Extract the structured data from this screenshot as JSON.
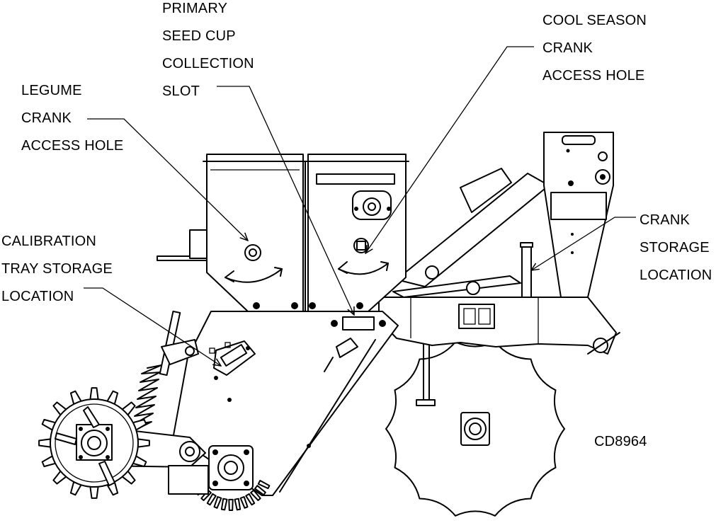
{
  "callouts": {
    "primary_seed_cup": [
      "PRIMARY",
      "SEED CUP",
      "COLLECTION",
      "SLOT"
    ],
    "legume_crank": [
      "LEGUME",
      "CRANK",
      "ACCESS HOLE"
    ],
    "cool_season_crank": [
      "COOL SEASON",
      "CRANK",
      "ACCESS HOLE"
    ],
    "crank_storage": [
      "CRANK",
      "STORAGE",
      "LOCATION"
    ],
    "calibration_tray": [
      "CALIBRATION",
      "TRAY STORAGE",
      "LOCATION"
    ]
  },
  "figure_id": "CD8964",
  "colors": {
    "ink": "#000000",
    "background": "#ffffff"
  }
}
